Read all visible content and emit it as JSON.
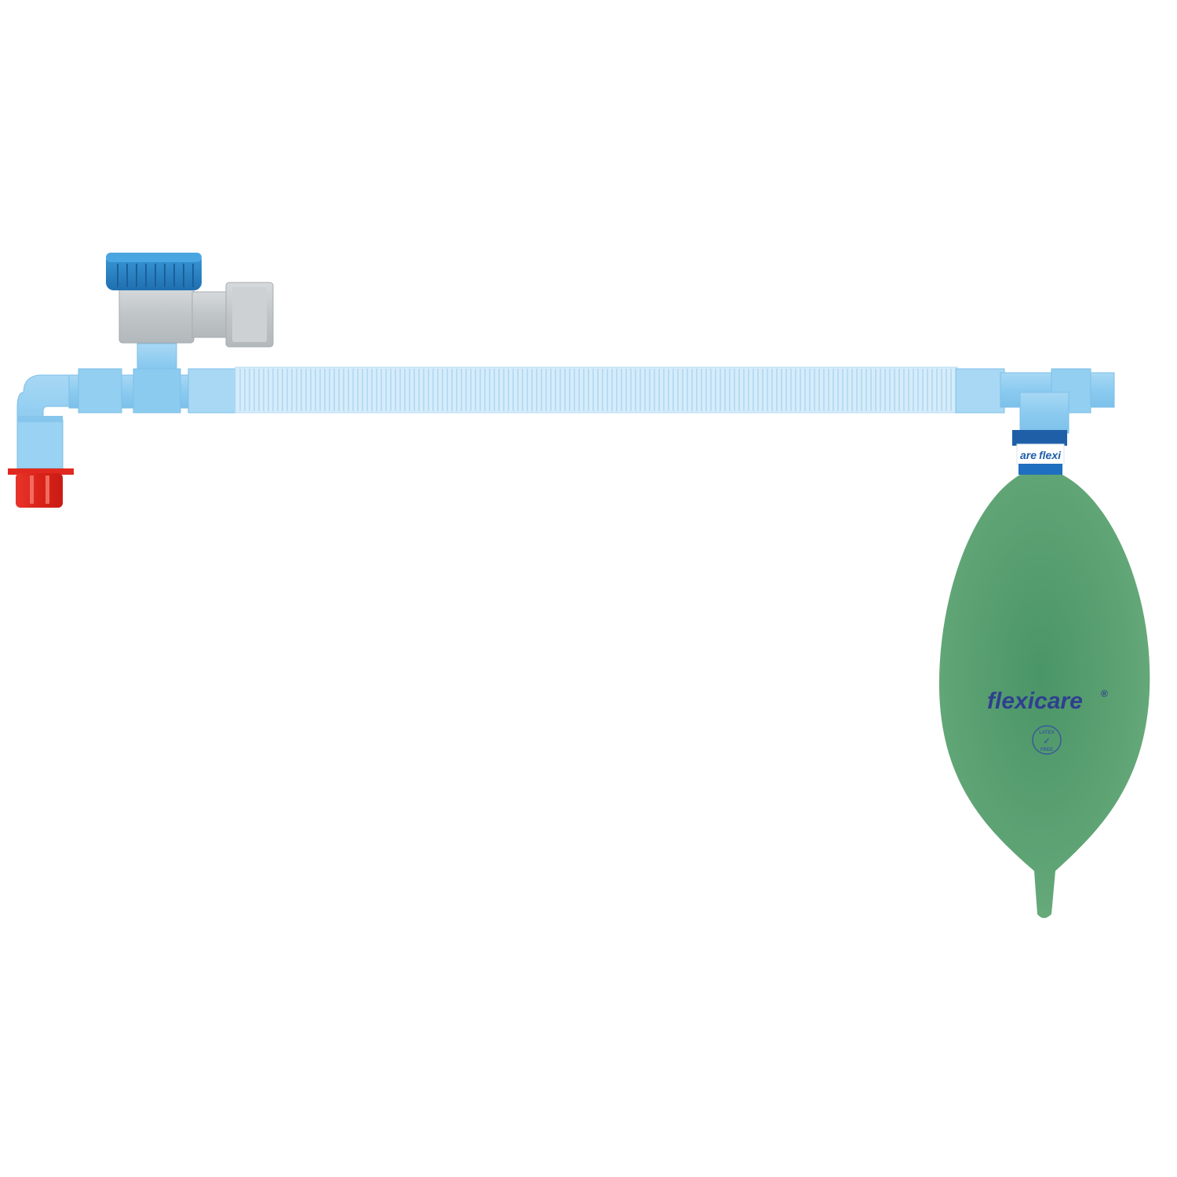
{
  "product": {
    "brand_logo_text": "flexicare",
    "registered_mark": "®",
    "collar_text_left": "are",
    "collar_text_right": "flexi",
    "stamp_top": "LATEX",
    "stamp_bottom": "FREE",
    "stamp_symbol": "✓"
  },
  "colors": {
    "tube": "#cfe6f7",
    "connector": "#8ccbf0",
    "valve_knob": "#2f86c8",
    "valve_body": "#c4c9cc",
    "red_cap": "#e02a1f",
    "bag": "#5ea374",
    "bag_center": "#4a9567",
    "brand": "#2f3f8f",
    "collar_band": "#1f5fa8"
  }
}
